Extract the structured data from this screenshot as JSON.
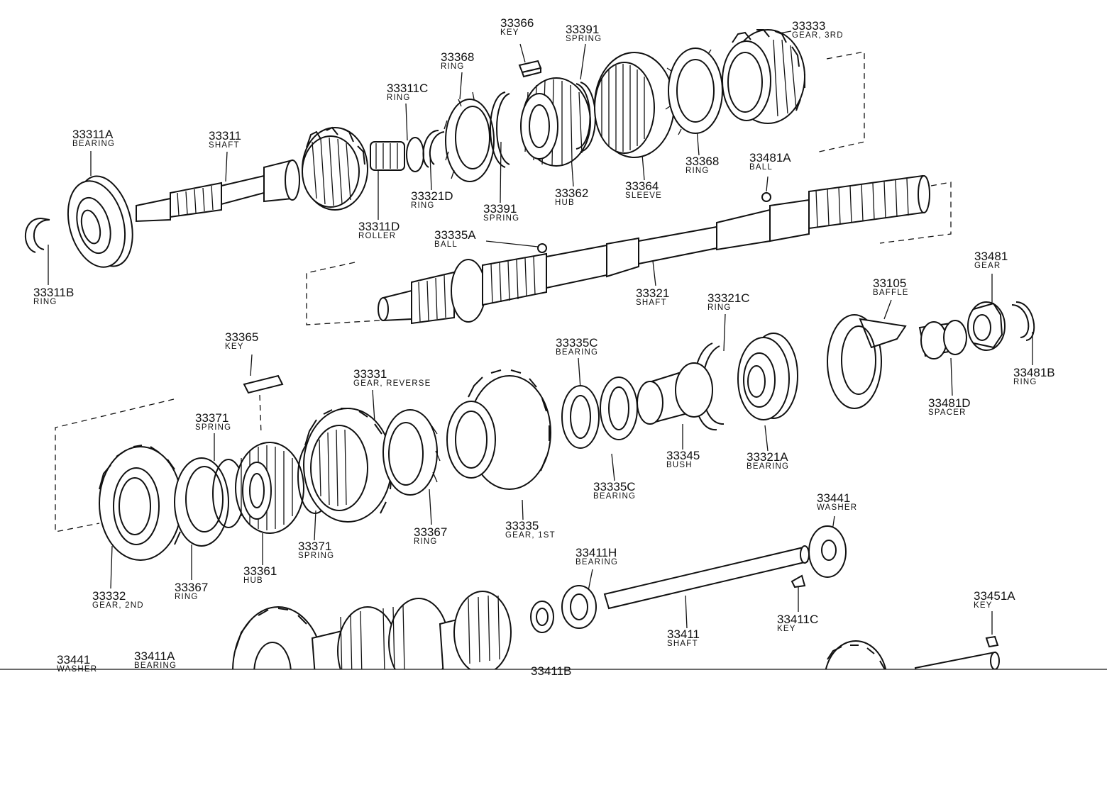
{
  "parts": [
    {
      "number": "33366",
      "name": "KEY"
    },
    {
      "number": "33391",
      "name": "SPRING"
    },
    {
      "number": "33333",
      "name": "GEAR, 3RD"
    },
    {
      "number": "33368",
      "name": "RING"
    },
    {
      "number": "33311C",
      "name": "RING"
    },
    {
      "number": "33311A",
      "name": "BEARING"
    },
    {
      "number": "33311",
      "name": "SHAFT"
    },
    {
      "number": "33321D",
      "name": "RING"
    },
    {
      "number": "33391",
      "name": "SPRING"
    },
    {
      "number": "33362",
      "name": "HUB"
    },
    {
      "number": "33364",
      "name": "SLEEVE"
    },
    {
      "number": "33368",
      "name": "RING"
    },
    {
      "number": "33481A",
      "name": "BALL"
    },
    {
      "number": "33311D",
      "name": "ROLLER"
    },
    {
      "number": "33335A",
      "name": "BALL"
    },
    {
      "number": "33311B",
      "name": "RING"
    },
    {
      "number": "33321",
      "name": "SHAFT"
    },
    {
      "number": "33321C",
      "name": "RING"
    },
    {
      "number": "33105",
      "name": "BAFFLE"
    },
    {
      "number": "33481",
      "name": "GEAR"
    },
    {
      "number": "33365",
      "name": "KEY"
    },
    {
      "number": "33335C",
      "name": "BEARING"
    },
    {
      "number": "33331",
      "name": "GEAR, REVERSE"
    },
    {
      "number": "33481B",
      "name": "RING"
    },
    {
      "number": "33371",
      "name": "SPRING"
    },
    {
      "number": "33481D",
      "name": "SPACER"
    },
    {
      "number": "33345",
      "name": "BUSH"
    },
    {
      "number": "33321A",
      "name": "BEARING"
    },
    {
      "number": "33335C",
      "name": "BEARING"
    },
    {
      "number": "33441",
      "name": "WASHER"
    },
    {
      "number": "33367",
      "name": "RING"
    },
    {
      "number": "33335",
      "name": "GEAR, 1ST"
    },
    {
      "number": "33371",
      "name": "SPRING"
    },
    {
      "number": "33411H",
      "name": "BEARING"
    },
    {
      "number": "33361",
      "name": "HUB"
    },
    {
      "number": "33367",
      "name": "RING"
    },
    {
      "number": "33332",
      "name": "GEAR, 2ND"
    },
    {
      "number": "33411C",
      "name": "KEY"
    },
    {
      "number": "33451A",
      "name": "KEY"
    },
    {
      "number": "33411",
      "name": "SHAFT"
    },
    {
      "number": "33441",
      "name": "WASHER"
    },
    {
      "number": "33411A",
      "name": "BEARING"
    },
    {
      "number": "33411B",
      "name": ""
    }
  ]
}
